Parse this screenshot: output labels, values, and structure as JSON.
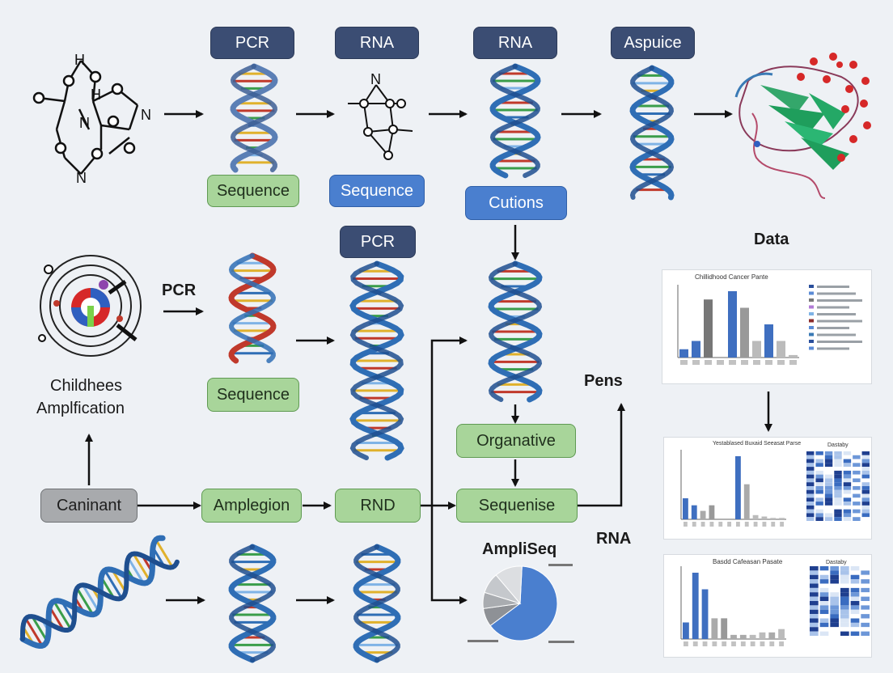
{
  "labels": {
    "top_pcr": "PCR",
    "top_rna1": "RNA",
    "top_rna2": "RNA",
    "top_aspuice": "Aspuice",
    "seq1": "Sequence",
    "seq2": "Sequence",
    "cutions": "Cutions",
    "mid_pcr": "PCR",
    "pcr_side": "PCR",
    "seq3": "Sequence",
    "organative": "Organative",
    "caninant": "Caninant",
    "amplegion": "Amplegion",
    "rnd": "RND",
    "sequenise": "Sequenise",
    "childhees_line1": "Childhees",
    "childhees_line2": "Amplfication",
    "pens": "Pens",
    "rna_right": "RNA",
    "ampliseq": "AmpliSeq",
    "data": "Data"
  },
  "panels": {
    "panel1_title": "Chillidhood Cancer Pante",
    "panel2_title": "Yestablased Buxaid Seeasat Parse",
    "panel2_side_title": "Dastaby",
    "panel3_title": "Basdd Cafeasan Pasate",
    "panel3_side_title": "Dastaby"
  },
  "colors": {
    "navy": "#3b4d73",
    "green": "#a8d59a",
    "blue": "#4a7fcf",
    "grey": "#a8aaad",
    "dna_blue": "#2f6eb5",
    "dna_red": "#c0392b",
    "protein_green": "#1f9e5c",
    "protein_red": "#d62828"
  },
  "pie": {
    "slices": [
      0.64,
      0.08,
      0.07,
      0.09,
      0.12
    ],
    "colors": [
      "#4a7fcf",
      "#8e9196",
      "#a9acb0",
      "#c5c8cc",
      "#dcdee1"
    ]
  },
  "chart_data": [
    {
      "type": "bar",
      "title": "Chillidhood Cancer Pante",
      "values": [
        1,
        2,
        7,
        0,
        8,
        6,
        2,
        4,
        2,
        0.3
      ],
      "colors": [
        "#3f6fc0",
        "#3f6fc0",
        "#777777",
        "#aaaaaa",
        "#3f6fc0",
        "#999999",
        "#bbbbbb",
        "#3f6fc0",
        "#bbbbbb",
        "#bbbbbb"
      ]
    },
    {
      "type": "bar",
      "title": "Yestablased Buxaid Seeasat Parse",
      "values": [
        1.5,
        1.0,
        0.6,
        1.0,
        0,
        0,
        4.5,
        2.5,
        0.3,
        0.2,
        0.1,
        0.1
      ],
      "colors": [
        "#3f6fc0",
        "#3f6fc0",
        "#aaaaaa",
        "#999999",
        "#aaaaaa",
        "#aaaaaa",
        "#3f6fc0",
        "#aaaaaa",
        "#bbbbbb",
        "#bbbbbb",
        "#bbbbbb",
        "#bbbbbb"
      ]
    },
    {
      "type": "bar",
      "title": "Basdd Cafeasan Pasate",
      "values": [
        2,
        8,
        6,
        2.5,
        2.5,
        0.5,
        0.5,
        0.5,
        0.8,
        0.8,
        1.2
      ],
      "colors": [
        "#3f6fc0",
        "#3f6fc0",
        "#3f6fc0",
        "#aaaaaa",
        "#999999",
        "#aaaaaa",
        "#aaaaaa",
        "#bbbbbb",
        "#bbbbbb",
        "#aaaaaa",
        "#bbbbbb"
      ]
    }
  ]
}
